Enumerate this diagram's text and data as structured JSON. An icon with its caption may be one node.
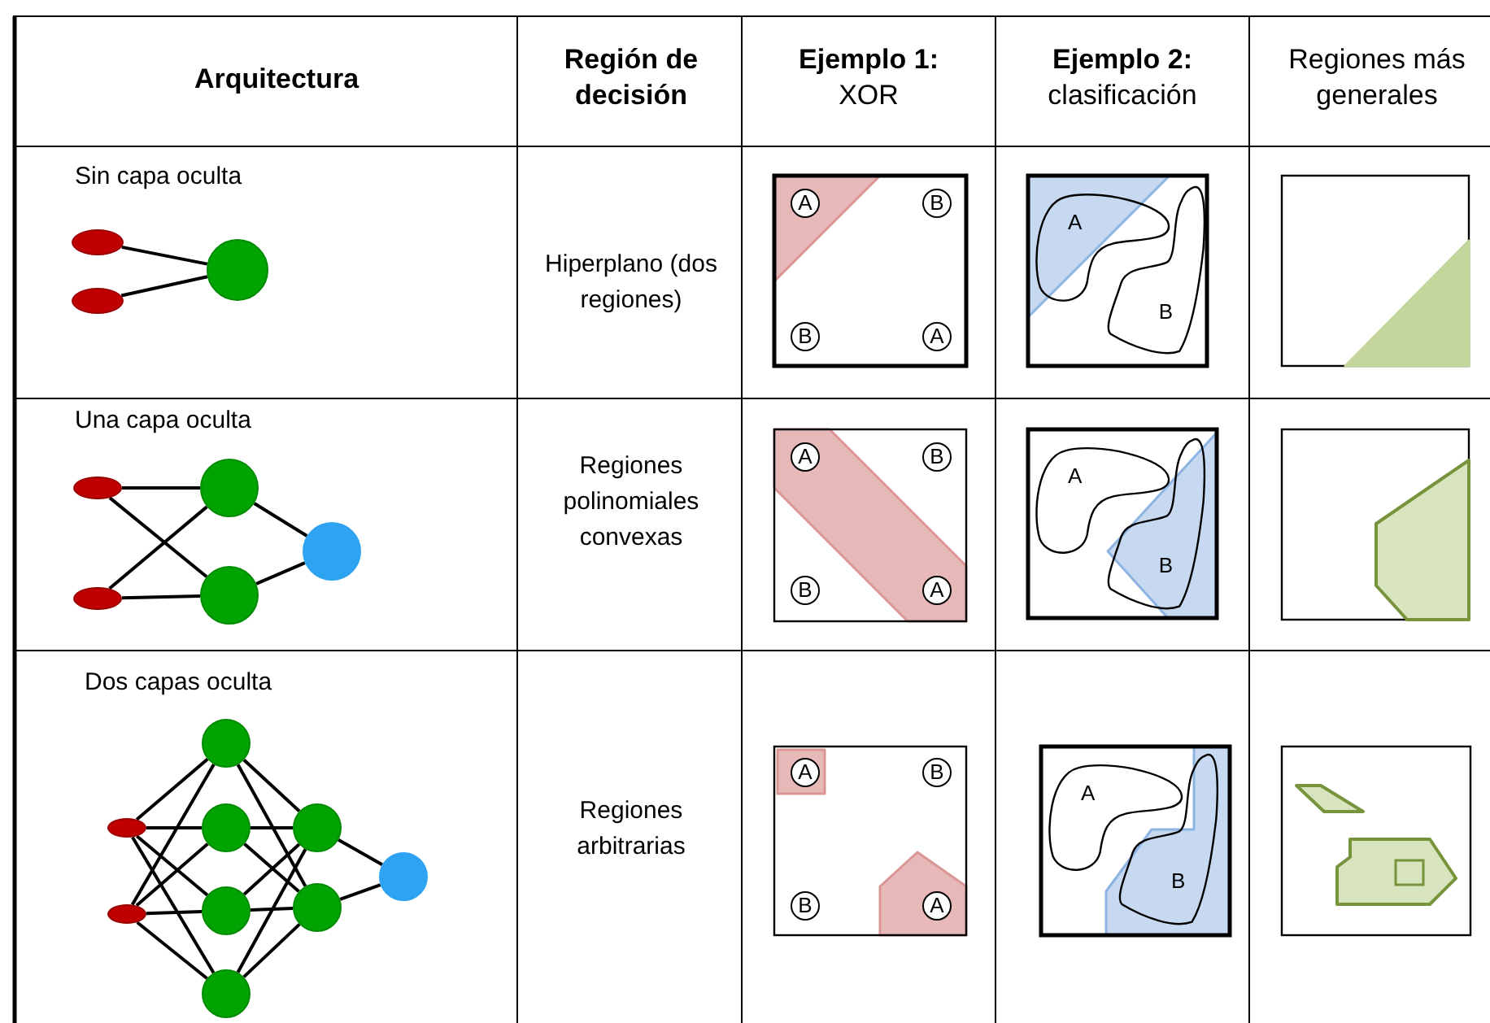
{
  "diagram": {
    "nodes": [
      {
        "text": [],
        "shape": "ellipse"
      },
      {
        "text": [],
        "shape": "ellipse"
      },
      {
        "text": [],
        "shape": "circle"
      },
      {
        "text": [
          "A"
        ]
      },
      {
        "text": [
          "B"
        ]
      },
      {
        "text": [
          "B"
        ]
      },
      {
        "text": [
          "A"
        ]
      },
      {
        "text": [
          "A"
        ]
      },
      {
        "text": [
          "B"
        ]
      },
      {
        "text": [],
        "shape": "ellipse"
      },
      {
        "text": [],
        "shape": "ellipse"
      },
      {
        "text": [],
        "shape": "circle"
      },
      {
        "text": [],
        "shape": "circle"
      },
      {
        "text": [],
        "shape": "circle"
      },
      {
        "text": [
          "A"
        ]
      },
      {
        "text": [
          "B"
        ]
      },
      {
        "text": [
          "B"
        ]
      },
      {
        "text": [
          "A"
        ]
      },
      {
        "text": [
          "A"
        ]
      },
      {
        "text": [
          "B"
        ]
      },
      {
        "text": [],
        "shape": "ellipse"
      },
      {
        "text": [],
        "shape": "ellipse"
      },
      {
        "text": [],
        "shape": "circle"
      },
      {
        "text": [],
        "shape": "circle"
      },
      {
        "text": [],
        "shape": "circle"
      },
      {
        "text": [],
        "shape": "circle"
      },
      {
        "text": [],
        "shape": "circle"
      },
      {
        "text": [],
        "shape": "circle"
      },
      {
        "text": [],
        "shape": "circle"
      },
      {
        "text": [
          "A"
        ]
      },
      {
        "text": [
          "B"
        ]
      },
      {
        "text": [
          "B"
        ]
      },
      {
        "text": [
          "A"
        ]
      },
      {
        "text": [
          "A"
        ]
      },
      {
        "text": [
          "B"
        ]
      }
    ],
    "edges": [
      {
        "from": 0,
        "to": 2,
        "arrow": "none"
      },
      {
        "from": 1,
        "to": 2,
        "arrow": "none"
      },
      {
        "from": 9,
        "to": 11,
        "arrow": "none"
      },
      {
        "from": 9,
        "to": 12,
        "arrow": "none"
      },
      {
        "from": 10,
        "to": 11,
        "arrow": "none"
      },
      {
        "from": 10,
        "to": 12,
        "arrow": "none"
      },
      {
        "from": 11,
        "to": 13,
        "arrow": "none"
      },
      {
        "from": 12,
        "to": 13,
        "arrow": "none"
      },
      {
        "from": 20,
        "to": 22,
        "arrow": "none"
      },
      {
        "from": 20,
        "to": 23,
        "arrow": "none"
      },
      {
        "from": 20,
        "to": 24,
        "arrow": "none"
      },
      {
        "from": 20,
        "to": 25,
        "arrow": "none"
      },
      {
        "from": 21,
        "to": 22,
        "arrow": "none"
      },
      {
        "from": 21,
        "to": 23,
        "arrow": "none"
      },
      {
        "from": 21,
        "to": 24,
        "arrow": "none"
      },
      {
        "from": 21,
        "to": 25,
        "arrow": "none"
      },
      {
        "from": 22,
        "to": 26,
        "arrow": "none"
      },
      {
        "from": 22,
        "to": 27,
        "arrow": "none"
      },
      {
        "from": 23,
        "to": 26,
        "arrow": "none"
      },
      {
        "from": 23,
        "to": 27,
        "arrow": "none"
      },
      {
        "from": 24,
        "to": 26,
        "arrow": "none"
      },
      {
        "from": 24,
        "to": 27,
        "arrow": "none"
      },
      {
        "from": 25,
        "to": 26,
        "arrow": "none"
      },
      {
        "from": 25,
        "to": 27,
        "arrow": "none"
      },
      {
        "from": 26,
        "to": 28,
        "arrow": "none"
      },
      {
        "from": 27,
        "to": 28,
        "arrow": "none"
      }
    ],
    "labels": [
      "Arquitectura",
      "Región de decisión",
      "**Ejemplo 1:** XOR",
      "**Ejemplo 2:** clasificación",
      "Regiones más generales",
      "Sin capa oculta",
      "Hiperplano (dos regiones)",
      "Una capa oculta",
      "Regiones polinomiales convexas",
      "Dos capas oculta",
      "Regiones arbitrarias"
    ]
  }
}
